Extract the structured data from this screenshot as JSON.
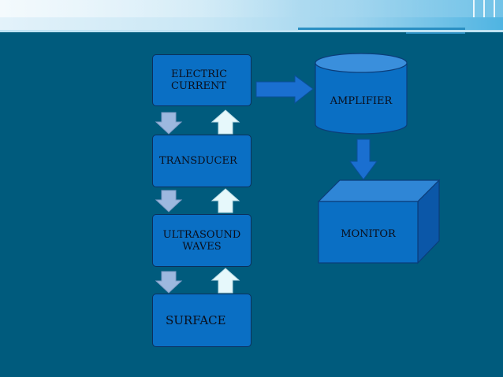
{
  "blocks": {
    "electric_current": "ELECTRIC\nCURRENT",
    "transducer": "TRANSDUCER",
    "ultrasound_waves": "ULTRASOUND\nWAVES",
    "surface": "SURFACE",
    "amplifier": "AMPLIFIER",
    "monitor": "MONITOR"
  },
  "colors": {
    "background": "#005b7d",
    "box_fill": "#0a6fc4",
    "box_border": "#0b2f5c",
    "down_arrow": "#9db8df",
    "up_arrow": "#e6f8fb",
    "flow_arrow": "#1a6fd0"
  }
}
